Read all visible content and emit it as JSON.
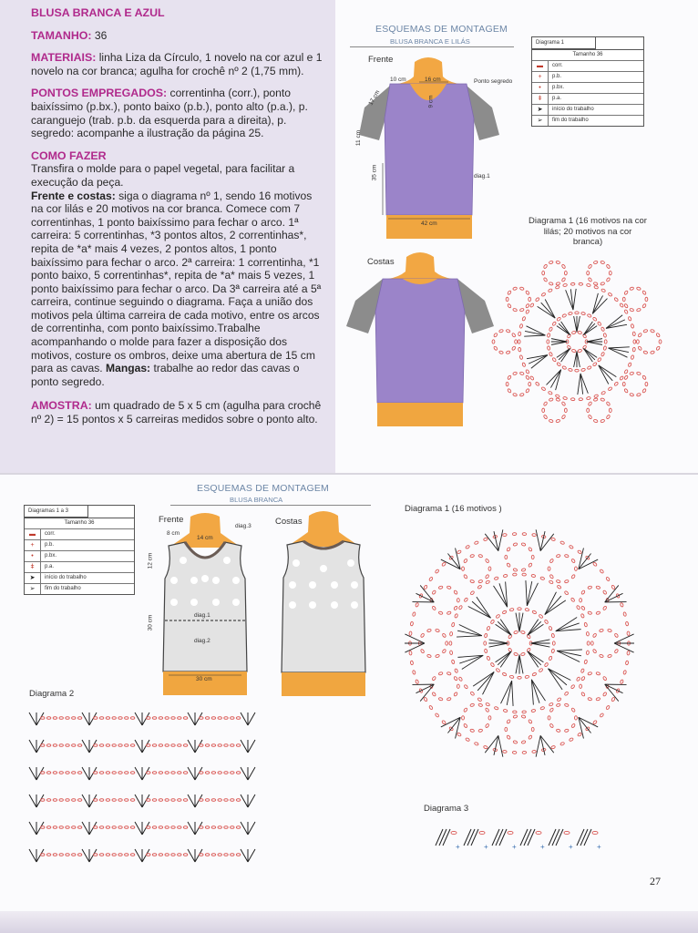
{
  "top": {
    "title": "BLUSA BRANCA E AZUL",
    "size_label": "TAMANHO:",
    "size_value": " 36",
    "materials_label": "MATERIAIS:",
    "materials_text": " linha Liza da Círculo, 1 novelo na cor azul e 1 novelo na cor branca; agulha for crochê nº 2 (1,75 mm).",
    "stitches_label": "PONTOS EMPREGADOS:",
    "stitches_text": " correntinha (corr.), ponto baixíssimo (p.bx.), ponto baixo (p.b.), ponto alto (p.a.), p. caranguejo (trab. p.b. da esquerda para a direita), p. segredo: acompanhe a ilustração da página 25.",
    "how_label": "COMO FAZER",
    "how_intro": "Transfira o molde para o papel vegetal, para facilitar a execução da peça.",
    "front_label": "Frente e costas:",
    "front_text": " siga o diagrama nº 1, sendo 16 motivos na cor lilás e 20 motivos na cor branca. Comece com 7 correntinhas, 1 ponto baixíssimo para fechar o arco. 1ª carreira: 5 correntinhas, *3 pontos altos, 2 correntinhas*, repita de *a* mais 4 vezes, 2 pontos altos, 1 ponto baixíssimo para fechar o arco. 2ª carreira: 1 correntinha, *1 ponto baixo, 5 correntinhas*, repita de *a* mais 5 vezes, 1 ponto baixíssimo para fechar o arco. Da 3ª carreira até a 5ª carreira, continue seguindo o diagrama. Faça a união dos motivos pela última carreira de cada motivo, entre os arcos de correntinha, com ponto baixíssimo.Trabalhe acompanhando o molde para fazer a disposição dos motivos, costure os ombros, deixe uma abertura de 15 cm para as cavas.",
    "sleeves_label": "Mangas:",
    "sleeves_text": " trabalhe ao redor das cavas o ponto segredo.",
    "sample_label": "AMOSTRA:",
    "sample_text": " um quadrado de 5 x 5 cm (agulha para crochê nº 2) = 15 pontos x 5 carreiras medidos sobre o ponto alto.",
    "scheme_title": "ESQUEMAS DE MONTAGEM",
    "scheme_sub": "BLUSA BRANCA E LILÁS",
    "front": "Frente",
    "back": "Costas",
    "ponto_segredo": "Ponto segredo",
    "diag1": "diag.1",
    "m17": "17 cm",
    "m10": "10 cm",
    "m16": "16 cm",
    "m9": "9 cm",
    "m11": "11 cm",
    "m35": "35 cm",
    "m42": "42 cm",
    "diagram_caption": "Diagrama 1 (16 motivos na cor lilás; 20 motivos na cor branca)",
    "legend": {
      "title": "Diagrama 1",
      "size": "Tamanho 36",
      "rows": [
        {
          "sym": "▬",
          "text": "corr."
        },
        {
          "sym": "+",
          "text": "p.b."
        },
        {
          "sym": "•",
          "text": "p.bx."
        },
        {
          "sym": "ǂ",
          "text": "p.a."
        },
        {
          "sym": "➤",
          "text": "início do trabalho"
        },
        {
          "sym": "➢",
          "text": "fim do trabalho"
        }
      ]
    }
  },
  "bottom": {
    "scheme_title": "ESQUEMAS DE MONTAGEM",
    "scheme_sub": "BLUSA BRANCA",
    "front": "Frente",
    "back": "Costas",
    "diag3": "diag.3",
    "diag1": "diag.1",
    "diag2": "diag.2",
    "m8": "8 cm",
    "m14": "14 cm",
    "m12": "12 cm",
    "m30v": "30 cm",
    "m30h": "30 cm",
    "diagram1_caption": "Diagrama 1 (16 motivos )",
    "diagram2_caption": "Diagrama 2",
    "diagram3_caption": "Diagrama 3",
    "legend": {
      "title": "Diagramas 1 a 3",
      "size": "Tamanho 36",
      "rows": [
        {
          "sym": "▬",
          "text": "corr."
        },
        {
          "sym": "+",
          "text": "p.b."
        },
        {
          "sym": "•",
          "text": "p.bx."
        },
        {
          "sym": "ǂ",
          "text": "p.a."
        },
        {
          "sym": "➤",
          "text": "início do trabalho"
        },
        {
          "sym": "➢",
          "text": "fim do trabalho"
        }
      ]
    }
  },
  "page_number": "27",
  "colors": {
    "lilac_panel": "#e7e2ef",
    "purple_body": "#9b84c9",
    "orange_band": "#f0a640",
    "mannequin": "#f2a743",
    "sleeve_gray": "#8c8c8c",
    "chain_red": "#d9534f",
    "heading_magenta": "#b02a8c"
  }
}
